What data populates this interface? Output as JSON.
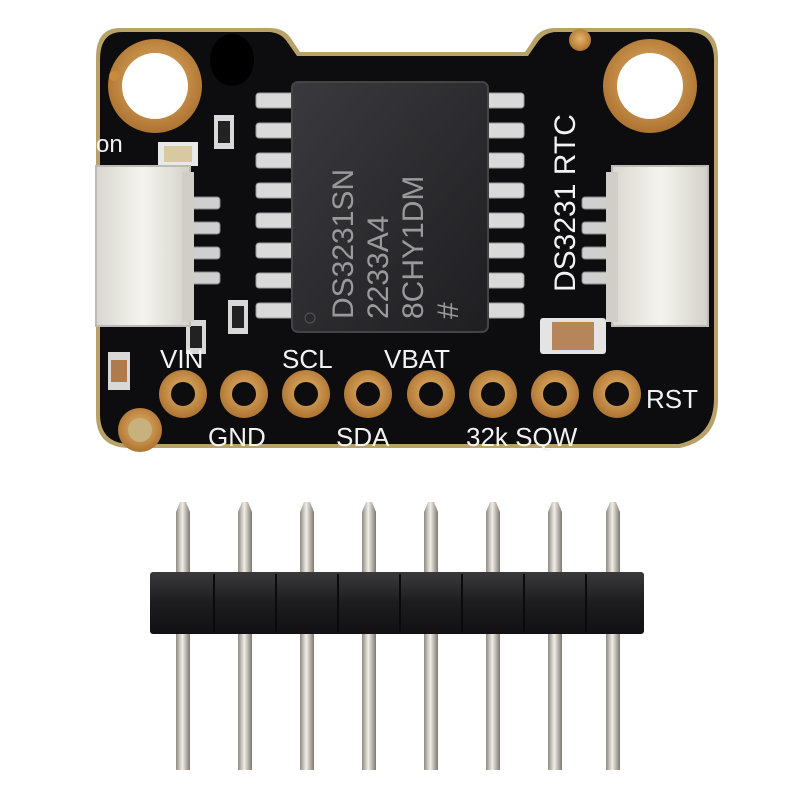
{
  "board": {
    "product_label": "DS3231 RTC",
    "power_label": "on",
    "top_pin_labels": [
      "VIN",
      "SCL",
      "VBAT"
    ],
    "bottom_pin_labels": [
      "GND",
      "SDA",
      "32k SQW"
    ],
    "right_label": "RST",
    "chip_marking": [
      "DS3231SN",
      "2233A4",
      "8CHY1DM",
      "#"
    ]
  },
  "colors": {
    "background": "#ffffff",
    "pcb": "#0d0d0f",
    "silkscreen": "#f2f2f2",
    "gold_pad": "#c98a3c",
    "chip_body": "#2b2b2e",
    "connector": "#ecebe6",
    "header_plastic": "#1c1c1e",
    "header_pin": "#c8c4bc"
  },
  "icons": {
    "chip": "ic-chip-icon",
    "connector": "stemma-qt-connector-icon",
    "mount_hole": "mounting-hole-icon",
    "header": "pin-header-icon"
  }
}
